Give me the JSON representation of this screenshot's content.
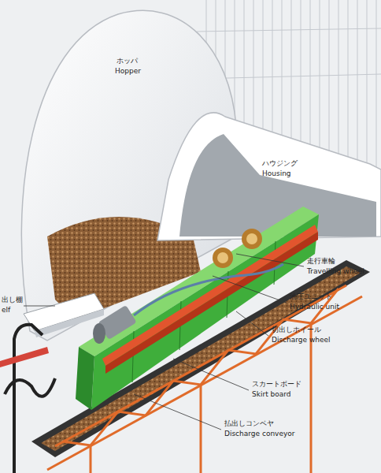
{
  "diagram": {
    "labels": [
      "ホッパ",
      "Hopper",
      "ハウジング",
      "Housing",
      "走行車輪",
      "Travelling wheel",
      "油圧ユニット",
      "Hydraulic unit",
      "切出しホイール",
      "Discharge wheel",
      "スカートボード",
      "Skirt board",
      "払出しコンベヤ",
      "Discharge conveyor",
      "出し棚",
      "elf"
    ]
  }
}
